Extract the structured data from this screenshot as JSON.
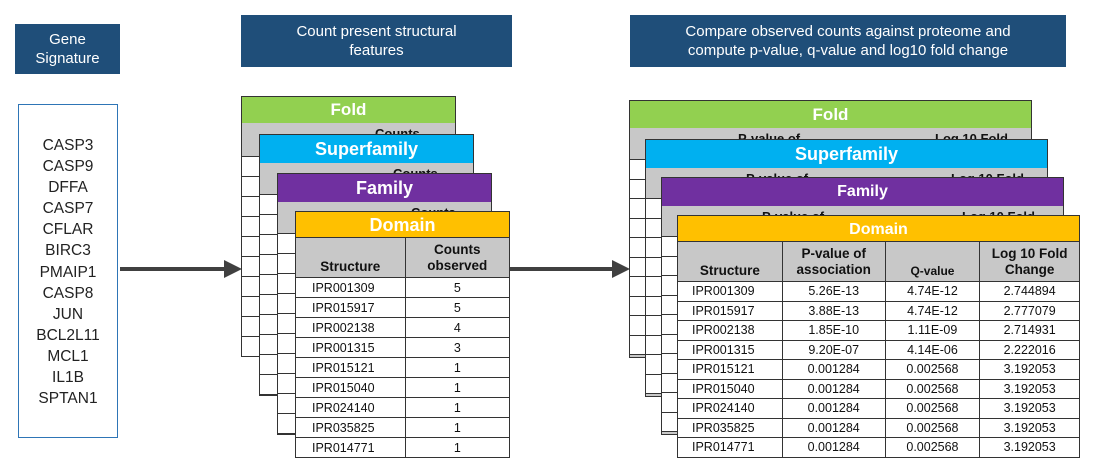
{
  "headers": {
    "gene_signature": [
      "Gene",
      "Signature"
    ],
    "count_features": [
      "Count present structural",
      "features"
    ],
    "compare": [
      "Compare observed counts against proteome and",
      "compute p-value, q-value and log10 fold change"
    ]
  },
  "genes": [
    "CASP3",
    "CASP9",
    "DFFA",
    "CASP7",
    "CFLAR",
    "BIRC3",
    "PMAIP1",
    "CASP8",
    "JUN",
    "BCL2L11",
    "MCL1",
    "IL1B",
    "SPTAN1"
  ],
  "levels": {
    "fold": {
      "label": "Fold",
      "color": "#92d050"
    },
    "superfamily": {
      "label": "Superfamily",
      "color": "#00b0f0"
    },
    "family": {
      "label": "Family",
      "color": "#7030a0"
    },
    "domain": {
      "label": "Domain",
      "color": "#ffc000"
    }
  },
  "peek_text": {
    "counts": "Counts",
    "pvalue": "P-value of",
    "logfold": "Log 10 Fold"
  },
  "counts_table": {
    "columns": [
      "Structure",
      "Counts observed"
    ],
    "rows": [
      [
        "IPR001309",
        "5"
      ],
      [
        "IPR015917",
        "5"
      ],
      [
        "IPR002138",
        "4"
      ],
      [
        "IPR001315",
        "3"
      ],
      [
        "IPR015121",
        "1"
      ],
      [
        "IPR015040",
        "1"
      ],
      [
        "IPR024140",
        "1"
      ],
      [
        "IPR035825",
        "1"
      ],
      [
        "IPR014771",
        "1"
      ]
    ]
  },
  "stats_table": {
    "columns": [
      "Structure",
      "P-value of association",
      "Q-value",
      "Log 10 Fold Change"
    ],
    "rows": [
      [
        "IPR001309",
        "5.26E-13",
        "4.74E-12",
        "2.744894"
      ],
      [
        "IPR015917",
        "3.88E-13",
        "4.74E-12",
        "2.777079"
      ],
      [
        "IPR002138",
        "1.85E-10",
        "1.11E-09",
        "2.714931"
      ],
      [
        "IPR001315",
        "9.20E-07",
        "4.14E-06",
        "2.222016"
      ],
      [
        "IPR015121",
        "0.001284",
        "0.002568",
        "3.192053"
      ],
      [
        "IPR015040",
        "0.001284",
        "0.002568",
        "3.192053"
      ],
      [
        "IPR024140",
        "0.001284",
        "0.002568",
        "3.192053"
      ],
      [
        "IPR035825",
        "0.001284",
        "0.002568",
        "3.192053"
      ],
      [
        "IPR014771",
        "0.001284",
        "0.002568",
        "3.192053"
      ]
    ]
  }
}
